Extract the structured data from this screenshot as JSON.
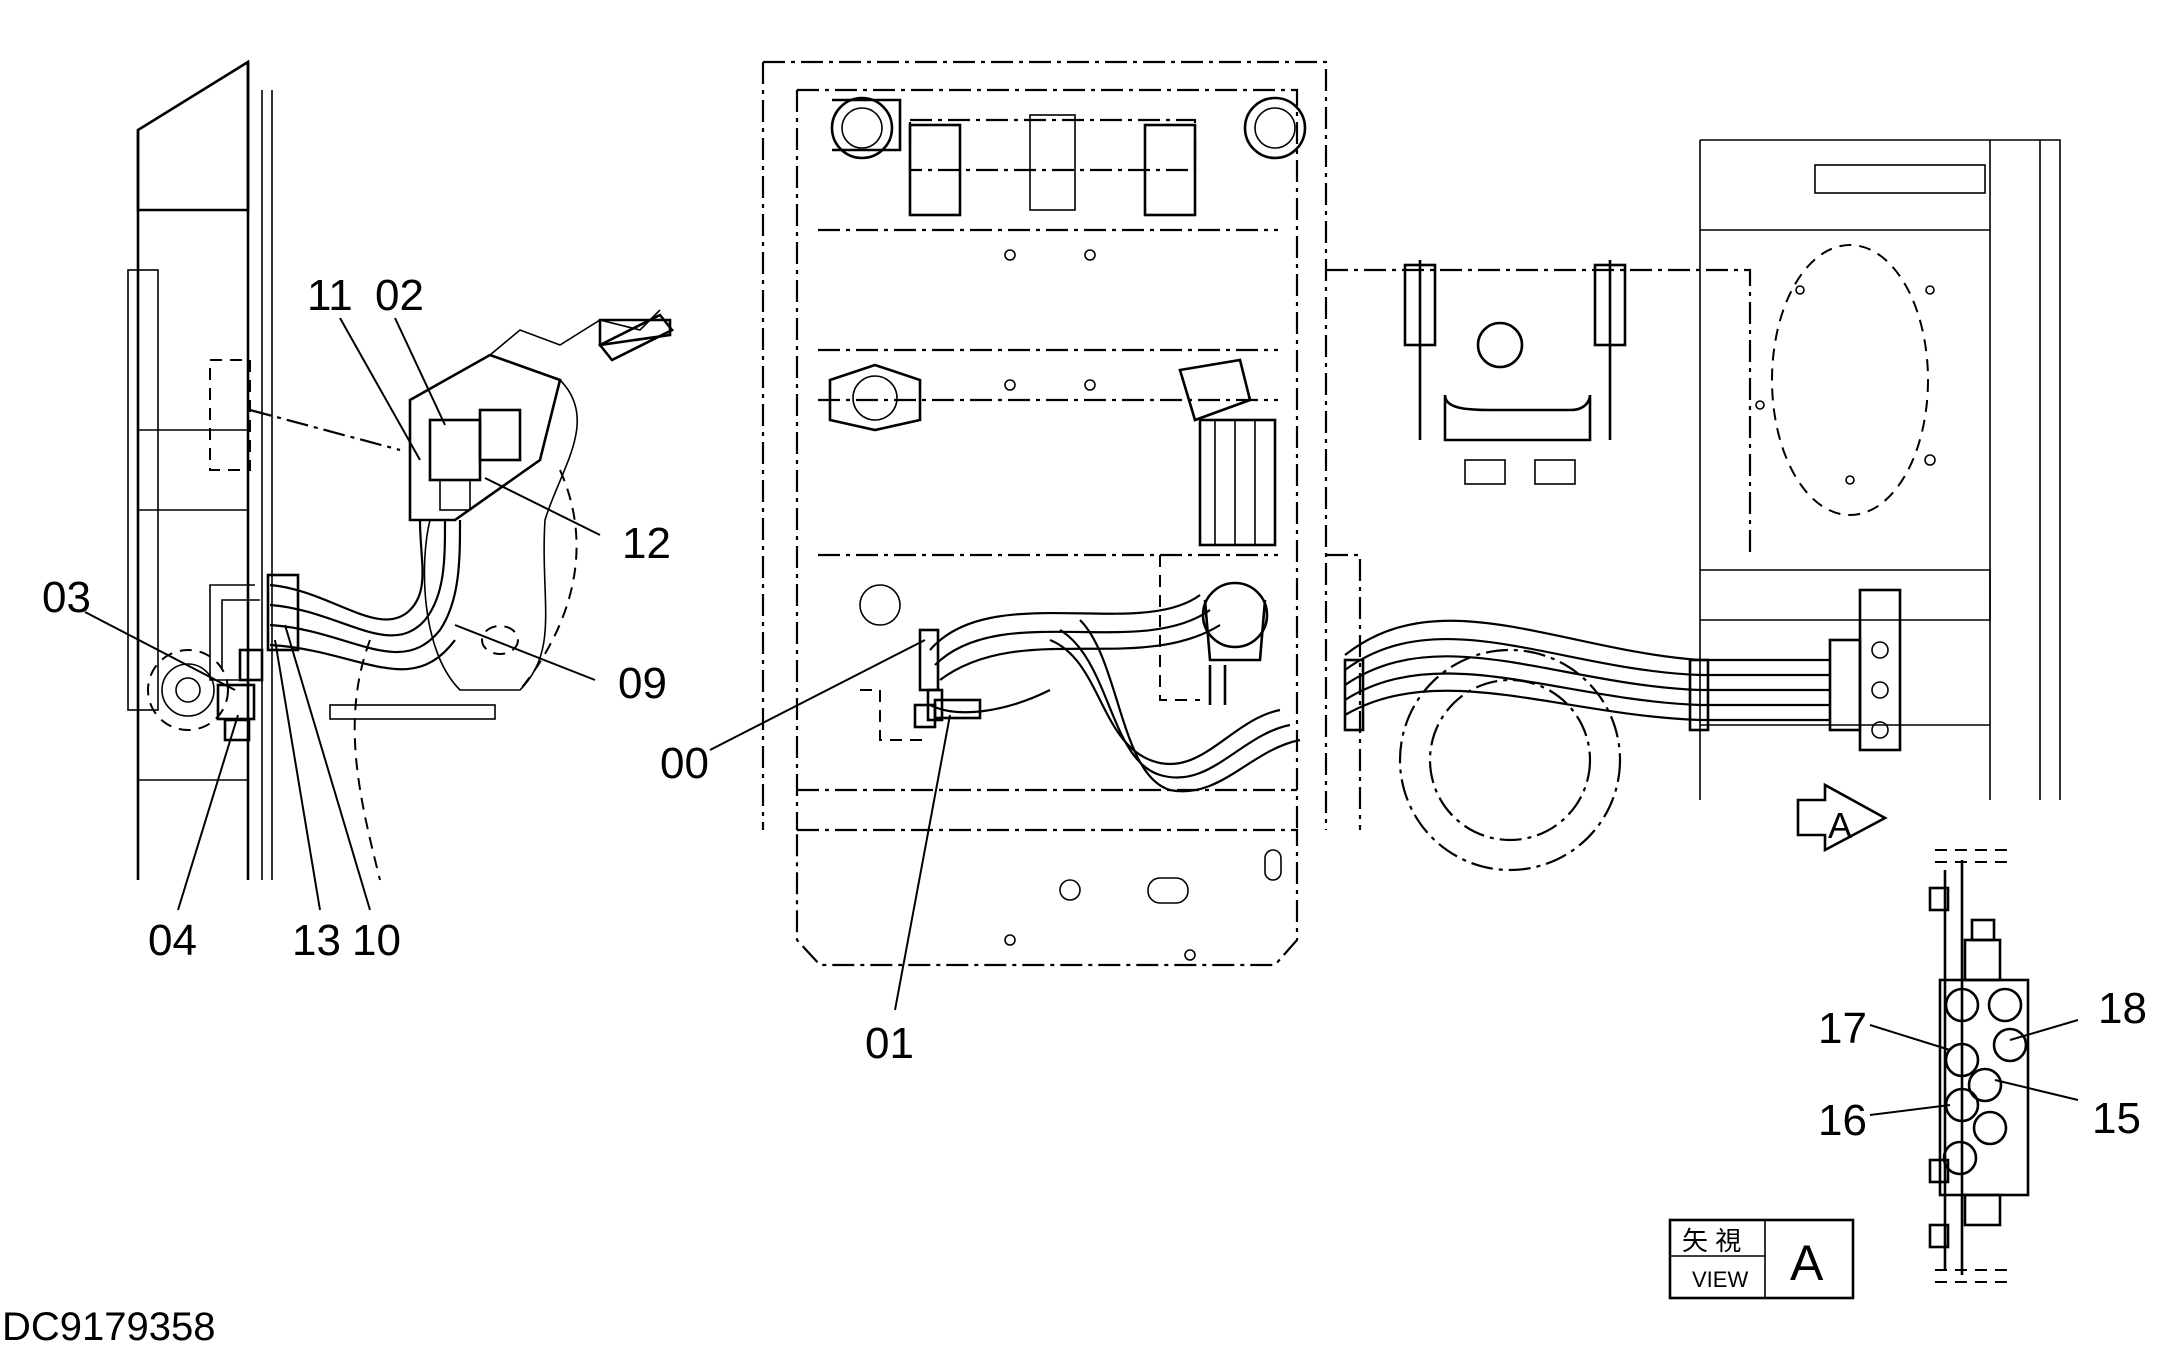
{
  "drawing_id": "DC9179358",
  "view_box": {
    "jp_label": "矢 視",
    "en_label": "VIEW",
    "letter": "A"
  },
  "view_arrow_letter": "A",
  "callouts": [
    "11",
    "02",
    "12",
    "03",
    "09",
    "04",
    "13",
    "10",
    "00",
    "01",
    "17",
    "18",
    "16",
    "15"
  ]
}
